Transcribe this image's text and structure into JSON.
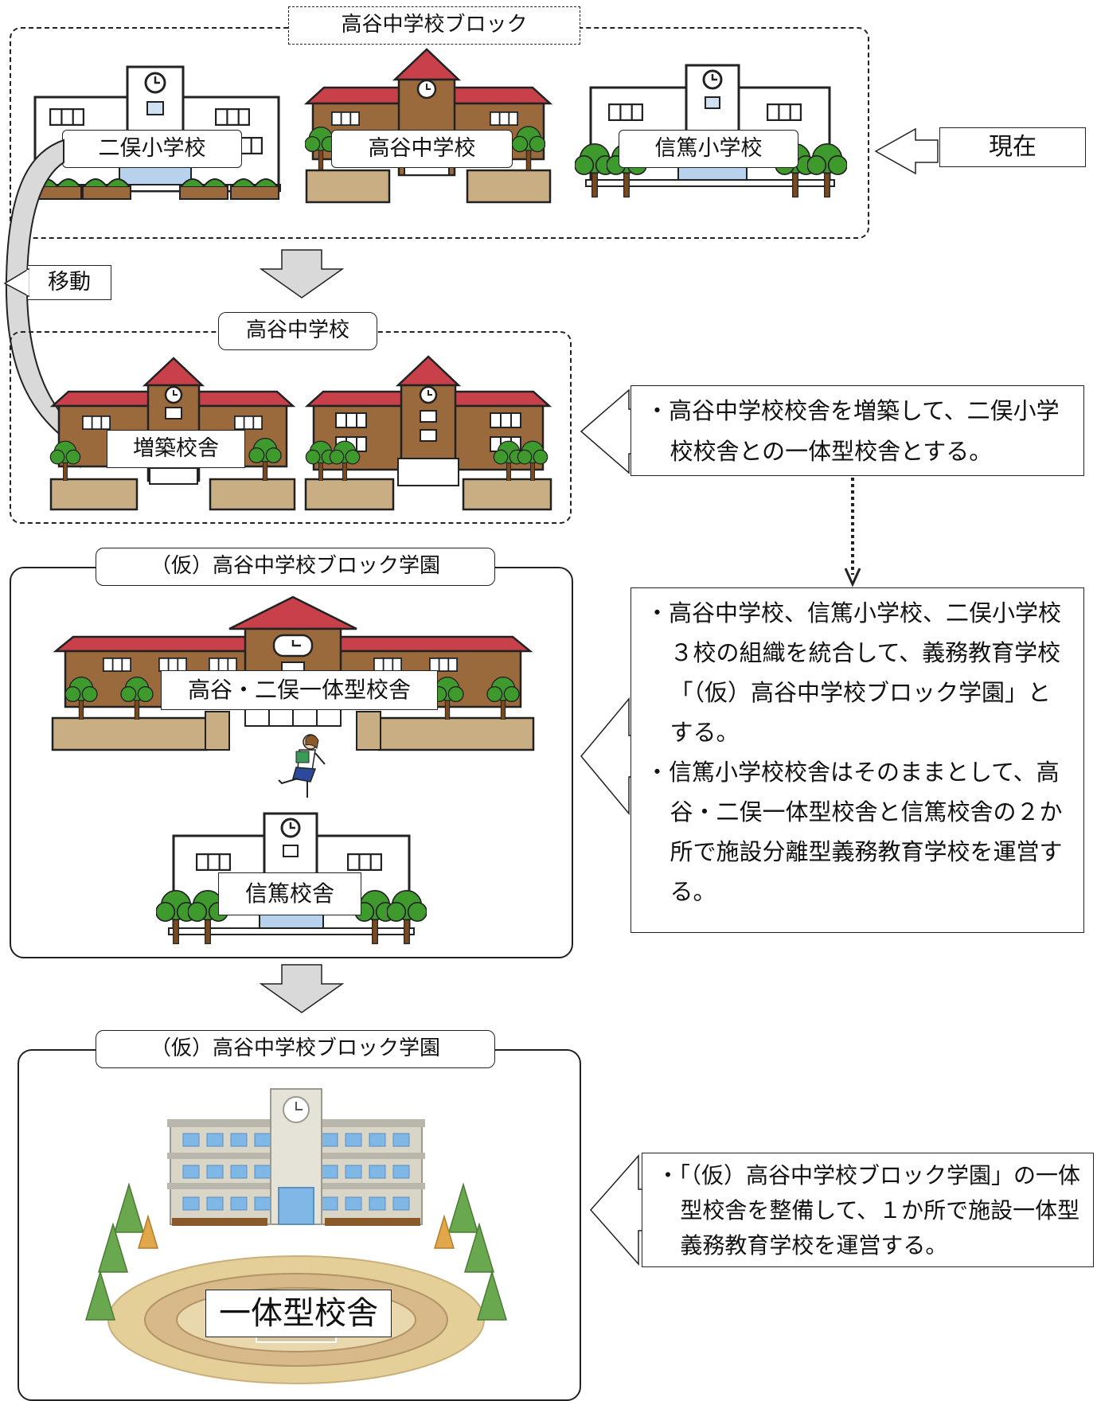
{
  "top_block": {
    "title": "高谷中学校ブロック",
    "schools": [
      "二俣小学校",
      "高谷中学校",
      "信篤小学校"
    ],
    "current_label": "現在",
    "move_label": "移動"
  },
  "mid_block": {
    "title": "高谷中学校",
    "annex_label": "増築校舎",
    "note": "・高谷中学校校舎を増築して、二俣小学校校舎との一体型校舎とする。"
  },
  "third_block": {
    "title": "（仮）高谷中学校ブロック学園",
    "integrated_label": "高谷・二俣一体型校舎",
    "shintoku_label": "信篤校舎",
    "notes": [
      "・高谷中学校、信篤小学校、二俣小学校３校の組織を統合して、義務教育学校「（仮）高谷中学校ブロック学園」とする。",
      "・信篤小学校校舎はそのままとして、高谷・二俣一体型校舎と信篤校舎の２か所で施設分離型義務教育学校を運営する。"
    ]
  },
  "final_block": {
    "title": "（仮）高谷中学校ブロック学園",
    "building_label": "一体型校舎",
    "note": "・「（仮）高谷中学校ブロック学園」の一体型校舎を整備して、１か所で施設一体型義務教育学校を運営する。"
  },
  "colors": {
    "brick": "#9b6a3c",
    "roof": "#c8414a",
    "wall_tan": "#c9ad83",
    "tree": "#3f9a2e",
    "arrow_fill": "#d9d9d9"
  }
}
